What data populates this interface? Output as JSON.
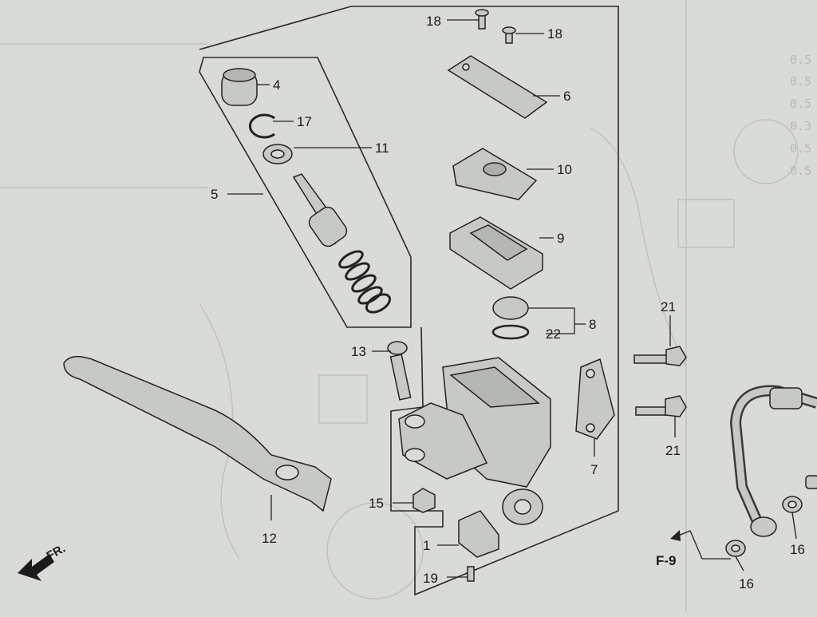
{
  "labels": {
    "p1": "1",
    "p4": "4",
    "p5": "5",
    "p6": "6",
    "p7": "7",
    "p8": "8",
    "p9": "9",
    "p10": "10",
    "p11": "11",
    "p12": "12",
    "p13": "13",
    "p15": "15",
    "p16a": "16",
    "p16b": "16",
    "p17": "17",
    "p18a": "18",
    "p18b": "18",
    "p19": "19",
    "p21a": "21",
    "p21b": "21",
    "p22": "22"
  },
  "ref": {
    "f9": "F-9",
    "front": "FR."
  },
  "ghost_lines": [
    "0.5",
    "0.5",
    "0.5",
    "0.3",
    "0.5",
    "0.5"
  ],
  "colors": {
    "paper": "#d9dbd7",
    "ink": "#1a1a1a",
    "ghost": "#b8bbb6"
  }
}
